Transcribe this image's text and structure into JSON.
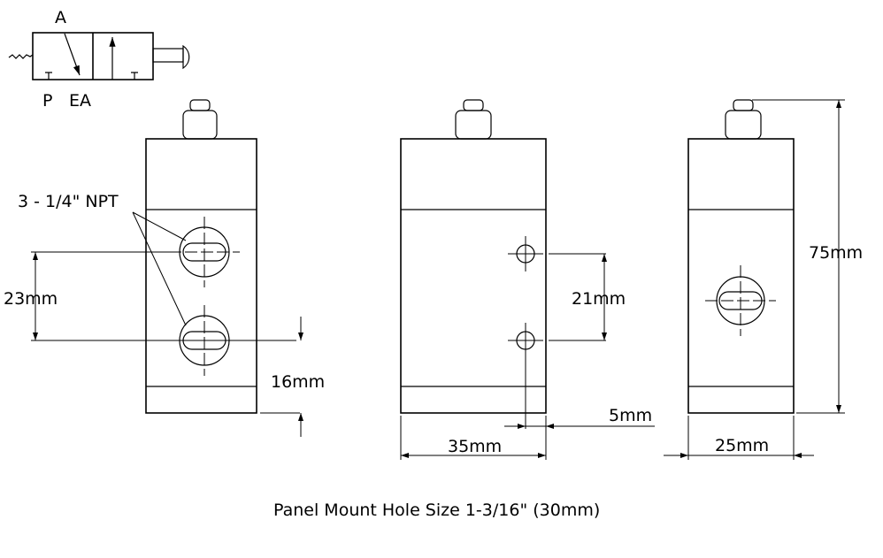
{
  "symbol": {
    "port_a": "A",
    "port_p": "P",
    "port_ea": "EA"
  },
  "labels": {
    "ports": "3 - 1/4\" NPT",
    "dim_23": "23mm",
    "dim_16": "16mm",
    "dim_21": "21mm",
    "dim_5": "5mm",
    "dim_35": "35mm",
    "dim_25": "25mm",
    "dim_75": "75mm"
  },
  "caption": "Panel Mount Hole Size 1-3/16\" (30mm)"
}
